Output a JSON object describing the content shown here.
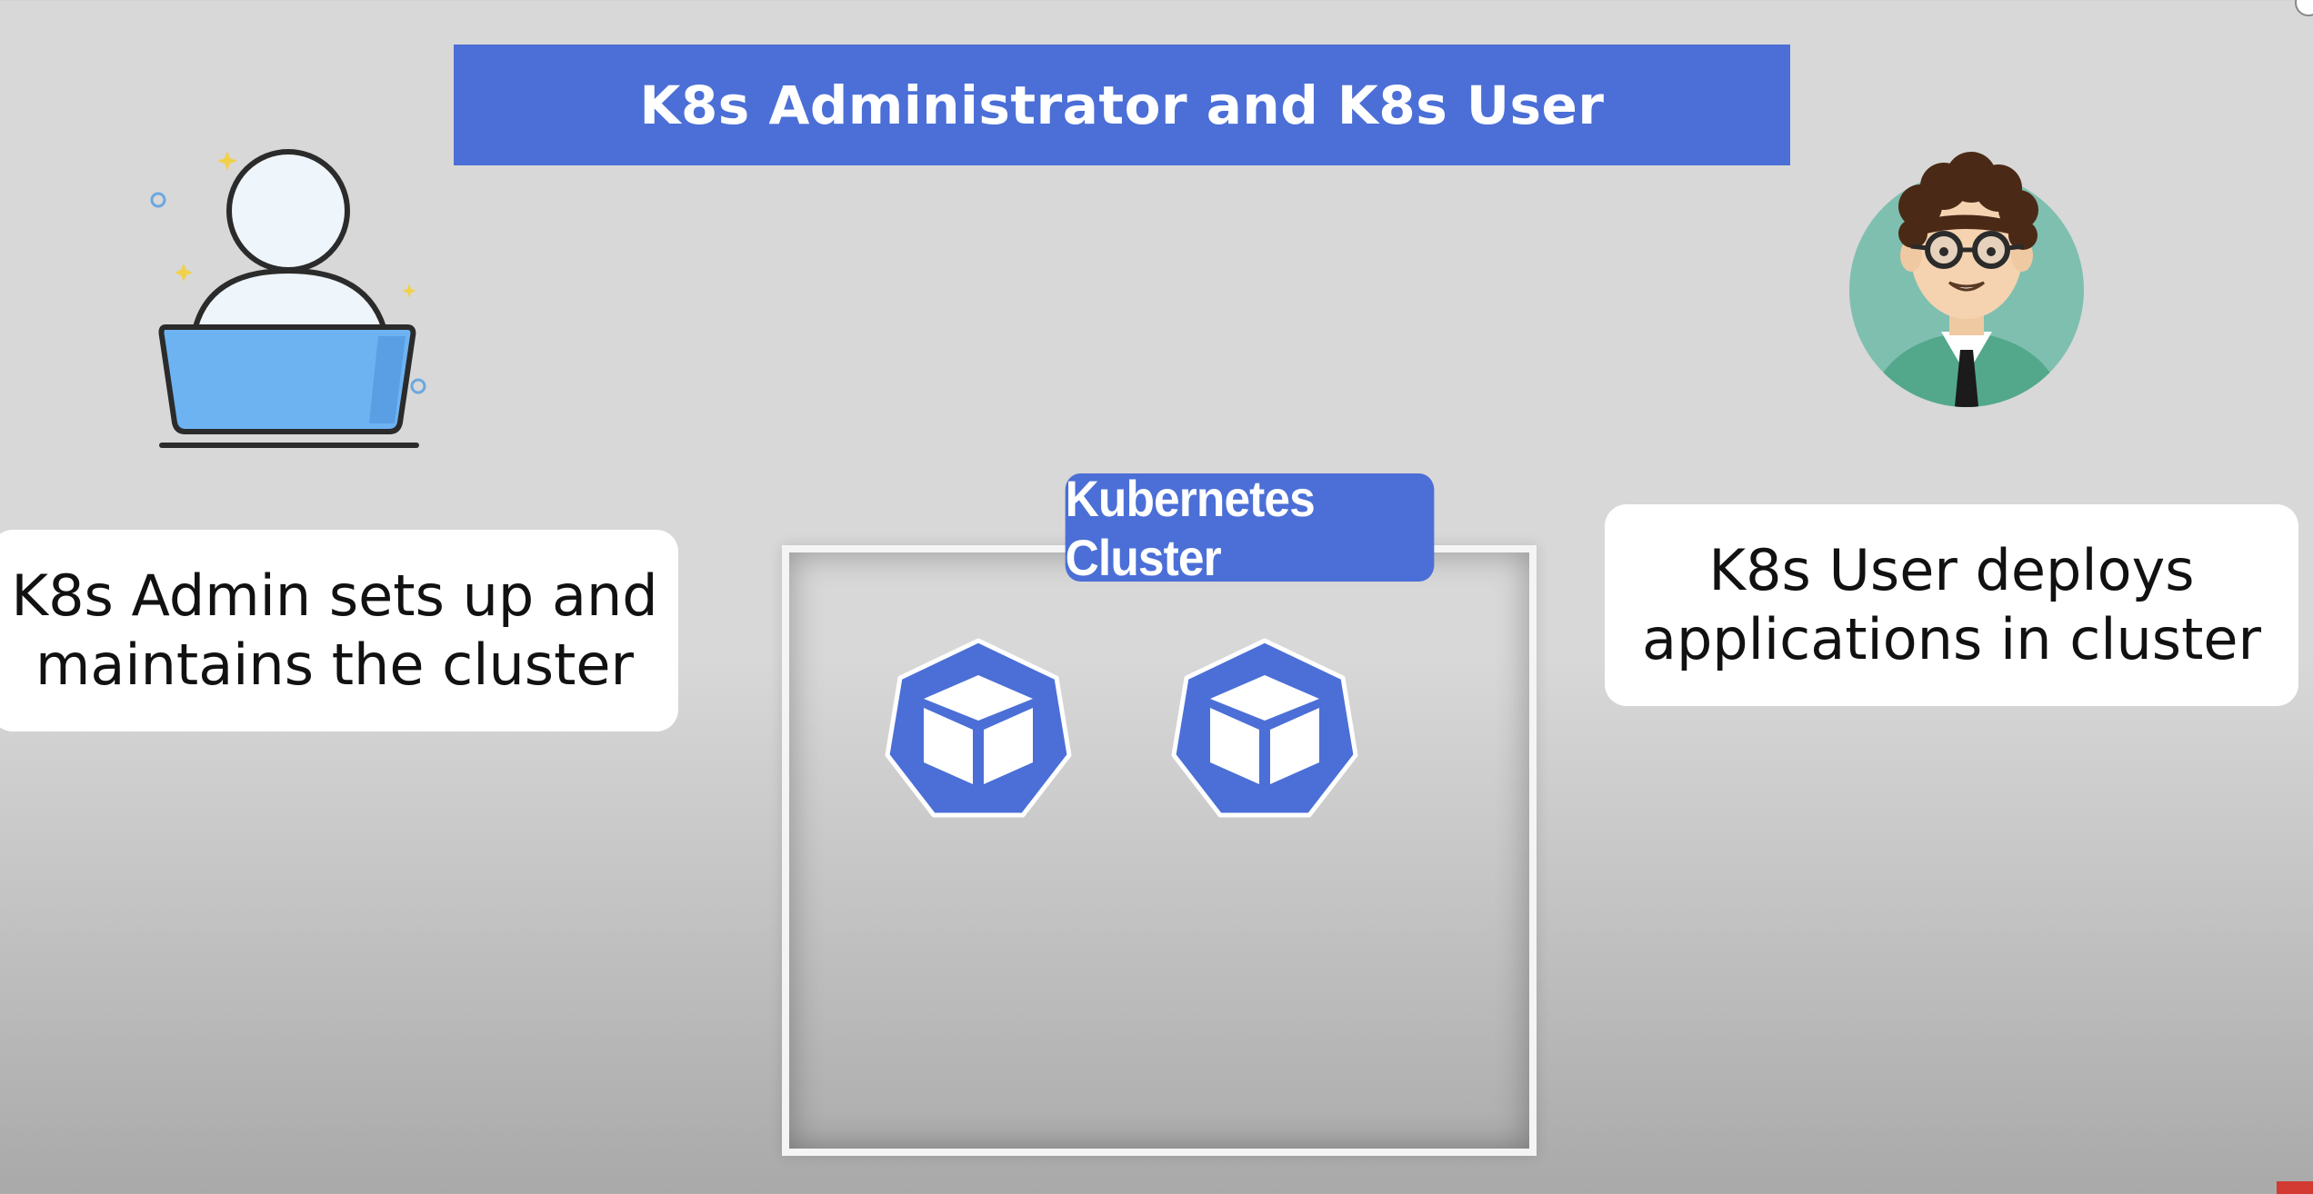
{
  "title": "K8s Administrator and K8s User",
  "admin": {
    "description": "K8s Admin sets up and\nmaintains the cluster",
    "icon": "admin-laptop-icon"
  },
  "user": {
    "description": "K8s User deploys\napplications in cluster",
    "icon": "user-avatar-icon"
  },
  "cluster": {
    "label": "Kubernetes Cluster",
    "nodes": [
      {
        "icon": "kubernetes-node-cube-icon"
      },
      {
        "icon": "kubernetes-node-cube-icon"
      }
    ]
  },
  "colors": {
    "accent_blue": "#4b6fd6",
    "background": "#d8d8d8",
    "laptop_screen": "#6db3f2",
    "avatar_bg": "#7fbfb0"
  }
}
